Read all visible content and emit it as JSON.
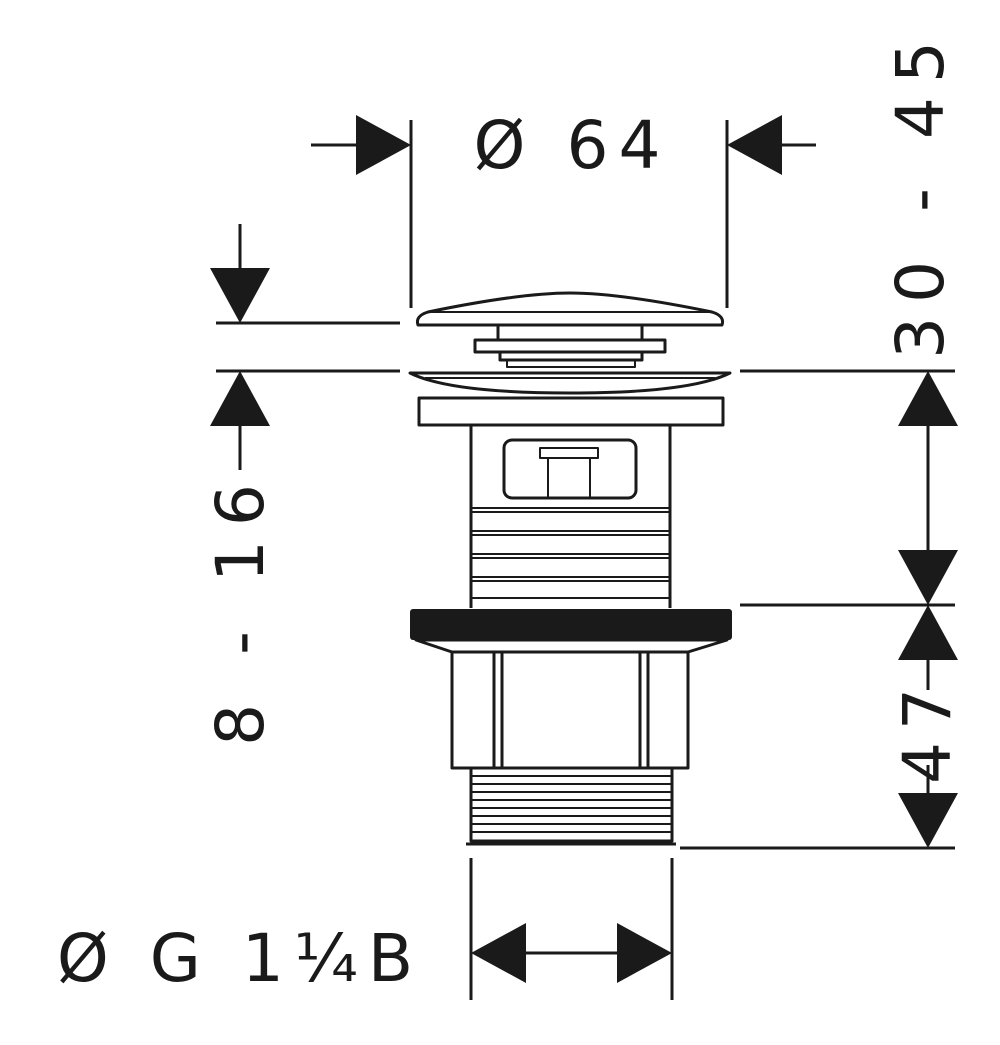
{
  "labels": {
    "diameter_top": "Ø 64",
    "height_range": "30 - 45",
    "plate_range": "8 - 16",
    "lower_height": "47",
    "thread": "Ø G 1¼B"
  },
  "colors": {
    "line": "#1a1a1a",
    "background": "#ffffff"
  }
}
